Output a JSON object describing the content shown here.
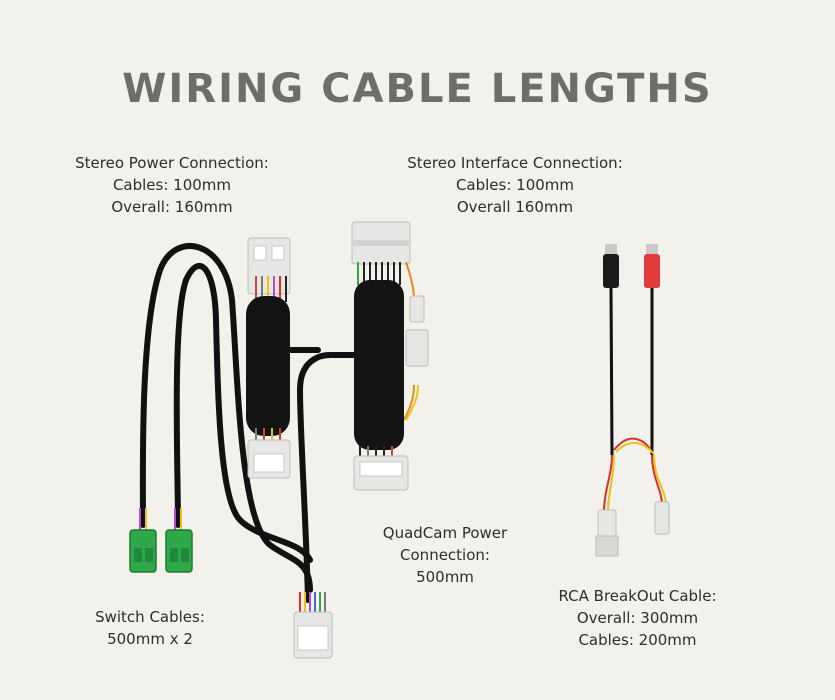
{
  "title": "WIRING CABLE LENGTHS",
  "labels": {
    "stereo_power": {
      "line1": "Stereo Power Connection:",
      "line2": "Cables: 100mm",
      "line3": "Overall: 160mm"
    },
    "stereo_interface": {
      "line1": "Stereo Interface Connection:",
      "line2": "Cables: 100mm",
      "line3": "Overall 160mm"
    },
    "quadcam_power": {
      "line1": "QuadCam Power",
      "line2": "Connection:",
      "line3": "500mm"
    },
    "switch_cables": {
      "line1": "Switch Cables:",
      "line2": "500mm x 2"
    },
    "rca_breakout": {
      "line1": "RCA BreakOut Cable:",
      "line2": "Overall: 300mm",
      "line3": "Cables: 200mm"
    }
  },
  "colors": {
    "background": "#f3f1ec",
    "title": "#6f6d6a",
    "cable": "#111111",
    "connector": "#e6e6e4",
    "switch_connector": "#2fa84a",
    "rca_red": "#e23b3b"
  }
}
